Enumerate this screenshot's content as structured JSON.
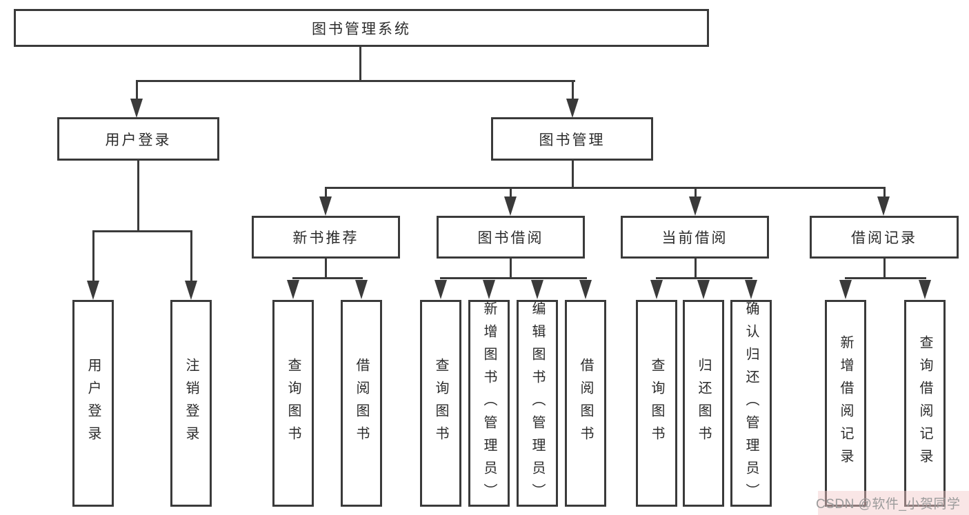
{
  "tree": {
    "label": "图书管理系统",
    "children": [
      {
        "label": "用户登录",
        "children": [
          {
            "label": "用户登录"
          },
          {
            "label": "注销登录"
          }
        ]
      },
      {
        "label": "图书管理",
        "children": [
          {
            "label": "新书推荐",
            "children": [
              {
                "label": "查询图书"
              },
              {
                "label": "借阅图书"
              }
            ]
          },
          {
            "label": "图书借阅",
            "children": [
              {
                "label": "查询图书"
              },
              {
                "label": "新增图书（管理员）"
              },
              {
                "label": "编辑图书（管理员）"
              },
              {
                "label": "借阅图书"
              }
            ]
          },
          {
            "label": "当前借阅",
            "children": [
              {
                "label": "查询图书"
              },
              {
                "label": "归还图书"
              },
              {
                "label": "确认归还（管理员）"
              }
            ]
          },
          {
            "label": "借阅记录",
            "children": [
              {
                "label": "新增借阅记录"
              },
              {
                "label": "查询借阅记录"
              }
            ]
          }
        ]
      }
    ]
  },
  "watermark": {
    "text": "CSDN @软件_小贺同学"
  },
  "colors": {
    "line": "#3a3a3a",
    "text": "#2b2b2b",
    "watermark_text": "#9b9b9b",
    "background": "#ffffff"
  }
}
